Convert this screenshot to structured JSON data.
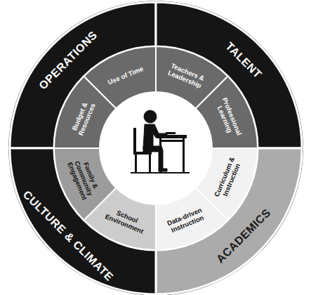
{
  "diagram": {
    "nodes": [
      {
        "text": [
          "OPERATIONS"
        ]
      },
      {
        "text": [
          "TALENT"
        ]
      },
      {
        "text": [
          "ACADEMICS"
        ]
      },
      {
        "text": [
          "CULTURE & CLIMATE"
        ]
      },
      {
        "text": [
          "Budget & Resources"
        ]
      },
      {
        "text": [
          "Use of Time"
        ]
      },
      {
        "text": [
          "Teachers & Leadership"
        ]
      },
      {
        "text": [
          "Professional Learning"
        ]
      },
      {
        "text": [
          "Curriculum & Instruction"
        ]
      },
      {
        "text": [
          "Data-driven Instruction"
        ]
      },
      {
        "text": [
          "School Environment"
        ]
      },
      {
        "text": [
          "Family & Community Engagement"
        ]
      }
    ]
  }
}
